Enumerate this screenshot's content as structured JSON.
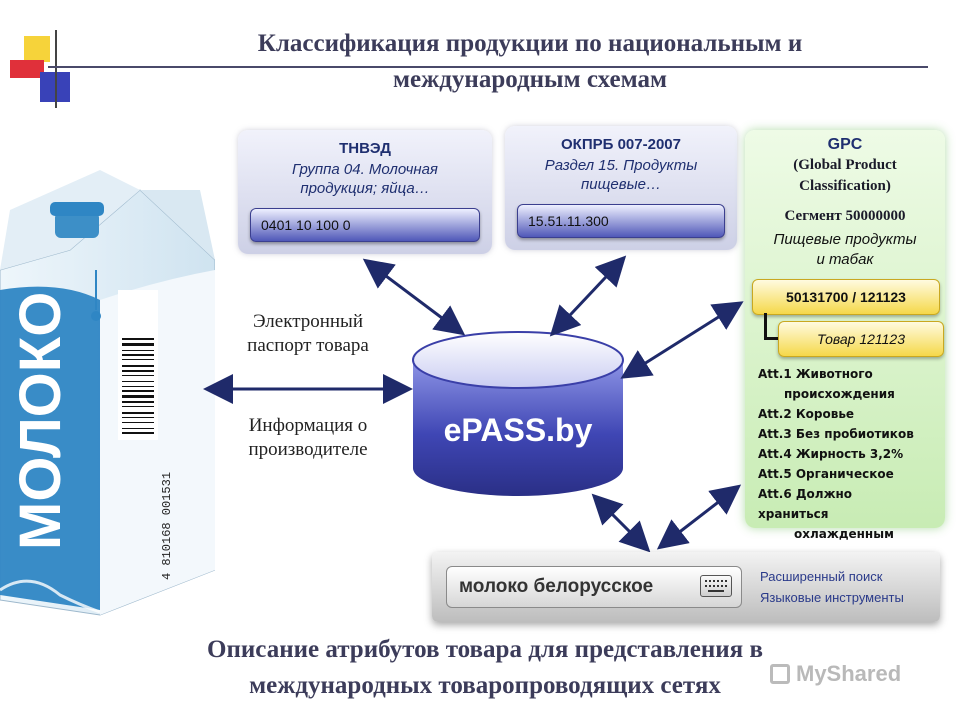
{
  "title": {
    "line1": "Классификация продукции по национальным и",
    "line2": "международным схемам"
  },
  "tnved": {
    "title": "ТНВЭД",
    "sub1": "Группа 04. Молочная",
    "sub2": "продукция; яйца…",
    "code": "0401 10 100 0"
  },
  "okprb": {
    "title": "ОКПРБ 007-2007",
    "sub1": "Раздел 15. Продукты",
    "sub2": "пищевые…",
    "code": "15.51.11.300"
  },
  "gpc": {
    "title": "GPC",
    "sub1": "(Global Product",
    "sub2": "Classification)",
    "segment": "Сегмент 50000000",
    "segment_desc1": "Пищевые продукты",
    "segment_desc2": "и табак",
    "code": "50131700 / 121123",
    "product": "Товар 121123",
    "attributes": [
      "Att.1 Животного",
      "происхождения",
      "Att.2 Коровье",
      "Att.3 Без пробиотиков",
      "Att.4 Жирность 3,2%",
      "Att.5 Органическое",
      "Att.6 Должно",
      "храниться",
      "охлажденным"
    ]
  },
  "center": {
    "label": "ePASS.by"
  },
  "left_labels": {
    "passport1": "Электронный",
    "passport2": "паспорт товара",
    "info1": "Информация о",
    "info2": "производителе"
  },
  "carton": {
    "text": "МОЛОКО",
    "barcode_digits": "4 810168 001531"
  },
  "search": {
    "query": "молоко белорусское",
    "advanced": "Расширенный поиск",
    "language": "Языковые инструменты"
  },
  "bottom_title": {
    "line1": "Описание атрибутов товара для представления в",
    "line2": "международных товаропроводящих сетях"
  },
  "watermark": "MyShared",
  "colors": {
    "title": "#3c3c5a",
    "panel_text": "#1f2f70",
    "cylinder": "#3a3fa8",
    "arrow": "#1f2a6a",
    "gpc_panel": "#d6f0c8",
    "carton_blue": "#2f86c4"
  }
}
